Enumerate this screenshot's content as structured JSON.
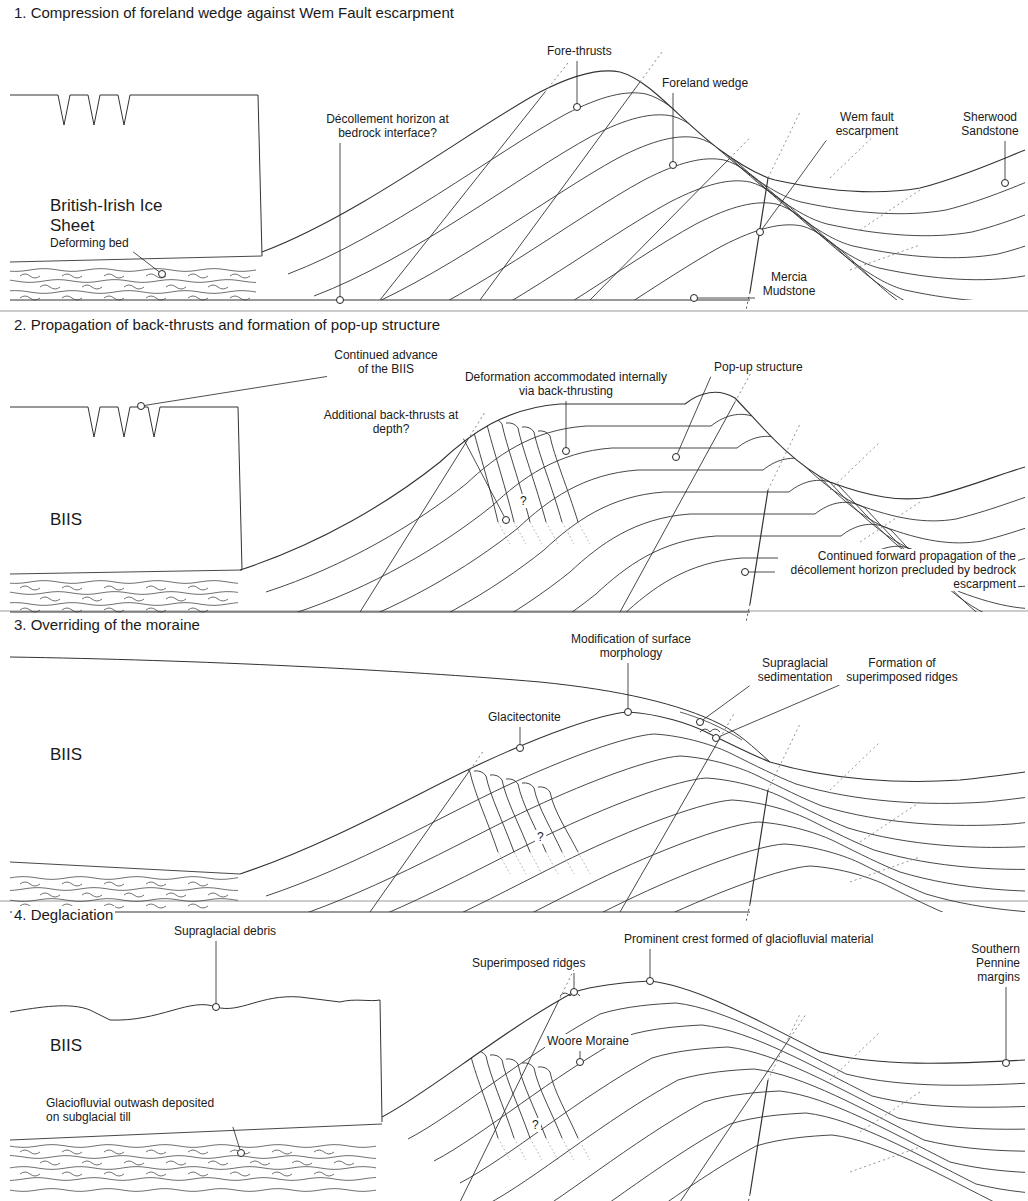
{
  "diagram": {
    "labels": [
      "1. Compression of foreland wedge against Wem Fault escarpment",
      "Fore-thrusts",
      "Foreland wedge",
      "Décollement horizon at bedrock interface?",
      "Wem fault escarpment",
      "Sherwood Sandstone",
      "British-Irish Ice Sheet",
      "Deforming bed",
      "Mercia Mudstone",
      "2. Propagation of back-thrusts and formation of pop-up structure",
      "Continued advance of the BIIS",
      "Deformation accommodated internally via back-thrusting",
      "Pop-up structure",
      "Additional back-thrusts at depth?",
      "BIIS",
      "Continued forward propagation of the décollement horizon precluded by bedrock escarpment",
      "3. Overriding of the moraine",
      "Modification of surface morphology",
      "Supraglacial sedimentation",
      "Formation of superimposed ridges",
      "Glacitectonite",
      "BIIS",
      "4. Deglaciation",
      "Supraglacial debris",
      "Superimposed ridges",
      "Prominent crest formed of glaciofluvial material",
      "Southern Pennine margins",
      "Woore Moraine",
      "BIIS",
      "Glaciofluvial outwash deposited on subglacial till",
      "?",
      "?",
      "?"
    ]
  }
}
